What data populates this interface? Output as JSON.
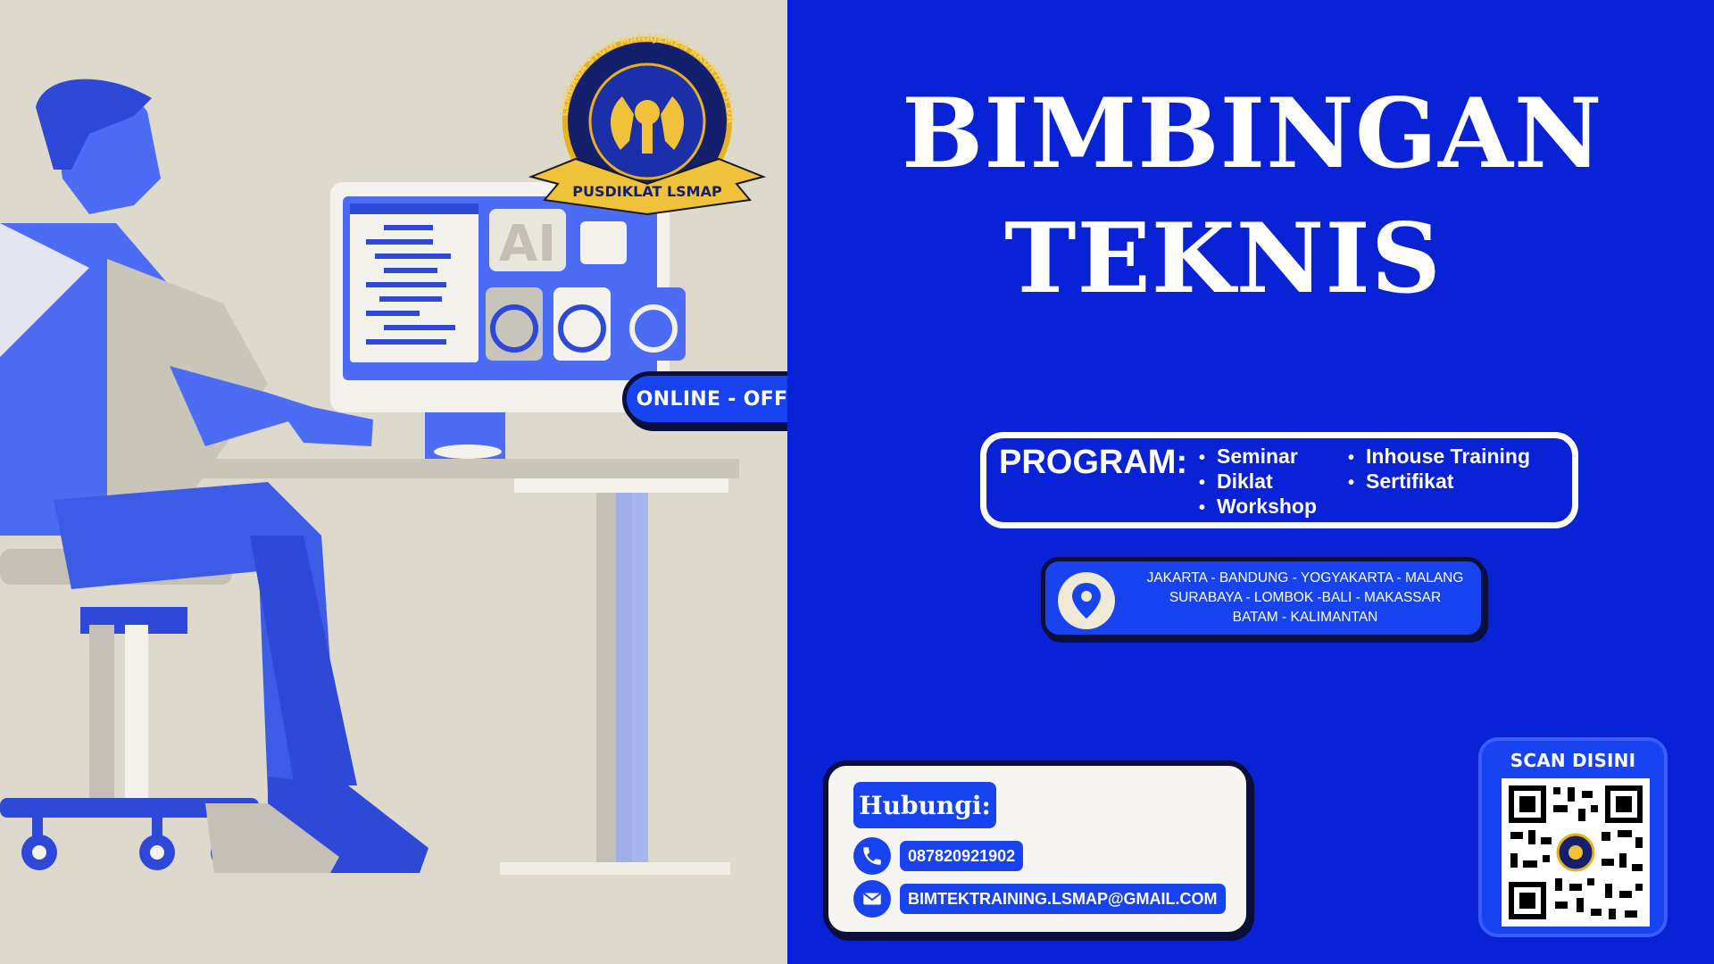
{
  "colors": {
    "accent_blue": "#1744f0",
    "background_blue": "#0a22d6",
    "beige": "#ddd9cd",
    "navy": "#0a0f3c"
  },
  "logo": {
    "ring_text": "LEMBAGA STUDI MANAJEMEN AKUNTANSI DAN PEMERINTAHAN",
    "ribbon_text": "PUSDIKLAT LSMAP"
  },
  "illustration": {
    "screen_text": "AI"
  },
  "mode_badge": "ONLINE - OFFLINE",
  "title": {
    "line1": "BIMBINGAN",
    "line2": "TEKNIS"
  },
  "program": {
    "label": "PROGRAM:",
    "col1": [
      "Seminar",
      "Diklat",
      "Workshop"
    ],
    "col2": [
      "Inhouse Training",
      "Sertifikat"
    ]
  },
  "locations": {
    "icon": "location-pin-icon",
    "line1": "JAKARTA - BANDUNG - YOGYAKARTA - MALANG",
    "line2": "SURABAYA - LOMBOK -BALI - MAKASSAR",
    "line3": "BATAM - KALIMANTAN"
  },
  "contact": {
    "label": "Hubungi:",
    "phone": "087820921902",
    "email": "BIMTEKTRAINING.LSMAP@GMAIL.COM"
  },
  "qr": {
    "title": "SCAN DISINI"
  }
}
